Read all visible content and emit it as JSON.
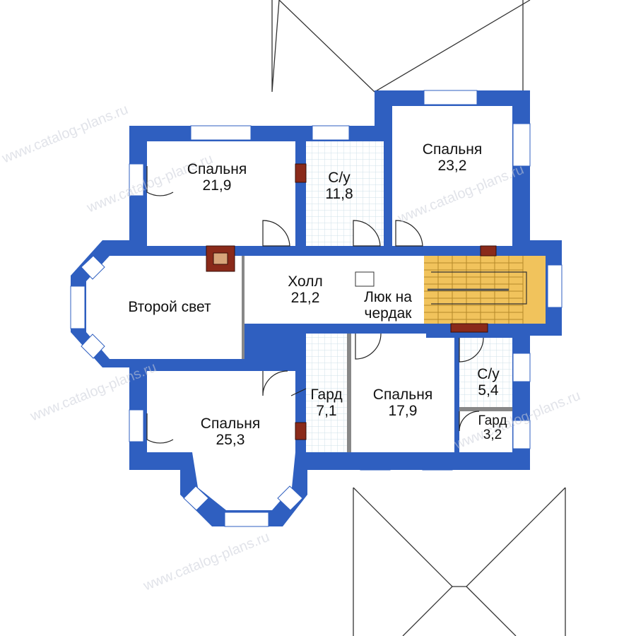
{
  "rooms": [
    {
      "id": "bedroom-1",
      "name": "Спальня",
      "area": "21,9"
    },
    {
      "id": "bathroom-1",
      "name": "С/у",
      "area": "11,8"
    },
    {
      "id": "bedroom-2",
      "name": "Спальня",
      "area": "23,2"
    },
    {
      "id": "second-light",
      "name": "Второй свет",
      "area": ""
    },
    {
      "id": "hall",
      "name": "Холл",
      "area": "21,2"
    },
    {
      "id": "attic-hatch",
      "name": "Люк на",
      "area": "чердак"
    },
    {
      "id": "wardrobe-1",
      "name": "Гард",
      "area": "7,1"
    },
    {
      "id": "bedroom-3",
      "name": "Спальня",
      "area": "17,9"
    },
    {
      "id": "bathroom-2",
      "name": "С/у",
      "area": "5,4"
    },
    {
      "id": "wardrobe-2",
      "name": "Гард",
      "area": "3,2"
    },
    {
      "id": "bedroom-4",
      "name": "Спальня",
      "area": "25,3"
    }
  ],
  "watermark": "www.catalog-plans.ru",
  "colors": {
    "wall": "#2f5fc0",
    "tile_grid": "#cfe0ea",
    "stairs": "#f1c35c",
    "chimney": "#8a2a1a",
    "roof_line": "#333333"
  }
}
